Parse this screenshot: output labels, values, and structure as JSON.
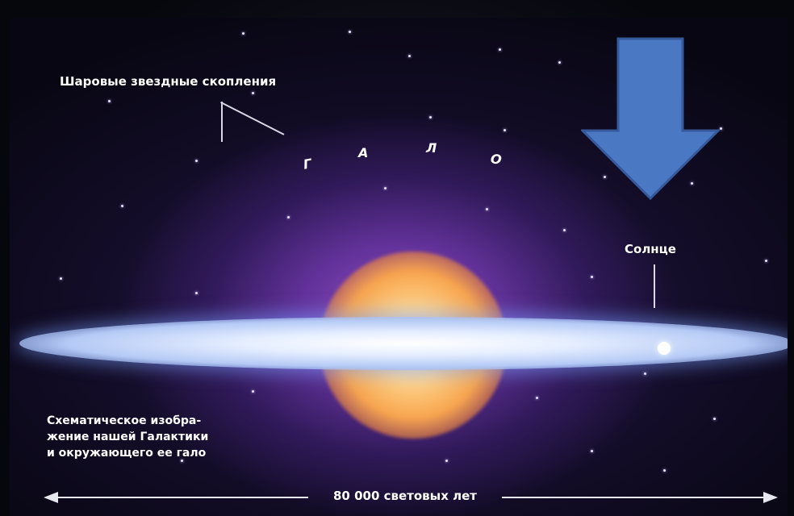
{
  "labels": {
    "globular_clusters": "Шаровые звездные скопления",
    "halo_letters": [
      "Г",
      "А",
      "Л",
      "О"
    ],
    "sun": "Солнце"
  },
  "caption": {
    "lines": [
      "Схематическое изобра-",
      "жение нашей Галактики",
      "и окружающего ее гало"
    ]
  },
  "scale": {
    "label": "80 000 световых лет"
  },
  "colors": {
    "arrow_fill": "#4a78c2",
    "arrow_stroke": "#35599a",
    "disk": "#c9d9ff",
    "core": "#ffc878",
    "halo": "#6b3aa8"
  },
  "icons": {
    "arrow": "arrow-down-icon"
  }
}
